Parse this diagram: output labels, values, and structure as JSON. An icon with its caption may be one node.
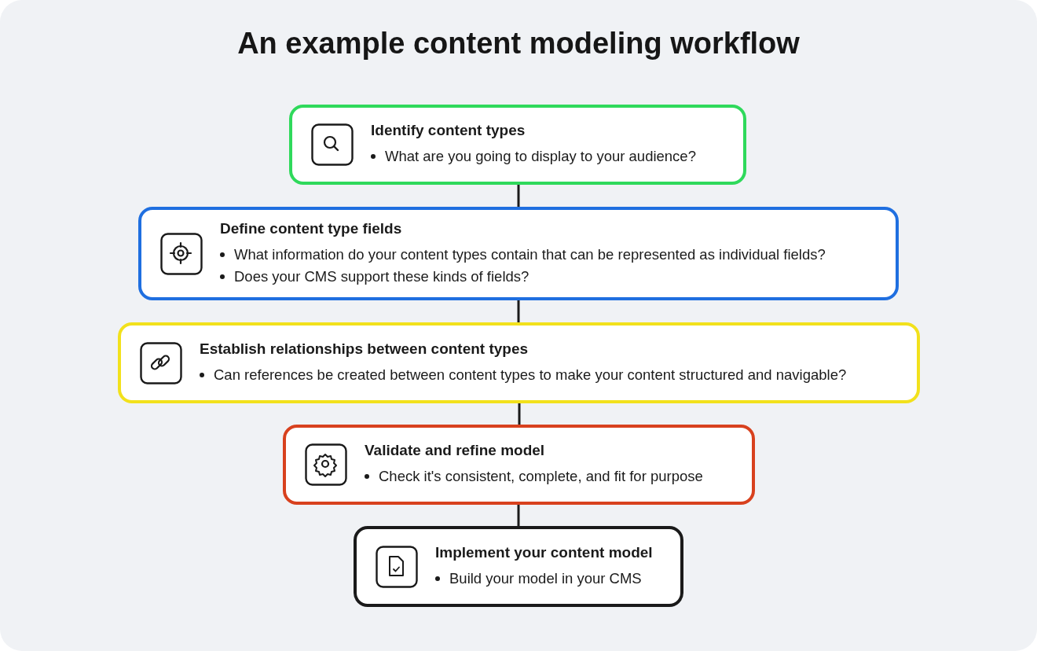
{
  "diagram": {
    "title": "An example content modeling workflow",
    "nodes": [
      {
        "text": [
          "Identify content types",
          "What are you going to display to your audience?"
        ]
      },
      {
        "text": [
          "Define content type fields",
          "What information do your content types contain that can be represented as individual fields?",
          "Does your CMS support these kinds of fields?"
        ]
      },
      {
        "text": [
          "Establish relationships between content types",
          "Can references be created between content types to make your content structured and navigable?"
        ]
      },
      {
        "text": [
          "Validate and refine model",
          "Check it's consistent, complete, and fit for purpose"
        ]
      },
      {
        "text": [
          "Implement your content model",
          "Build your model in your CMS"
        ]
      }
    ],
    "edges": [
      {
        "from": 0,
        "to": 1,
        "arrow": "none"
      },
      {
        "from": 1,
        "to": 2,
        "arrow": "none"
      },
      {
        "from": 2,
        "to": 3,
        "arrow": "none"
      },
      {
        "from": 3,
        "to": 4,
        "arrow": "none"
      }
    ]
  }
}
